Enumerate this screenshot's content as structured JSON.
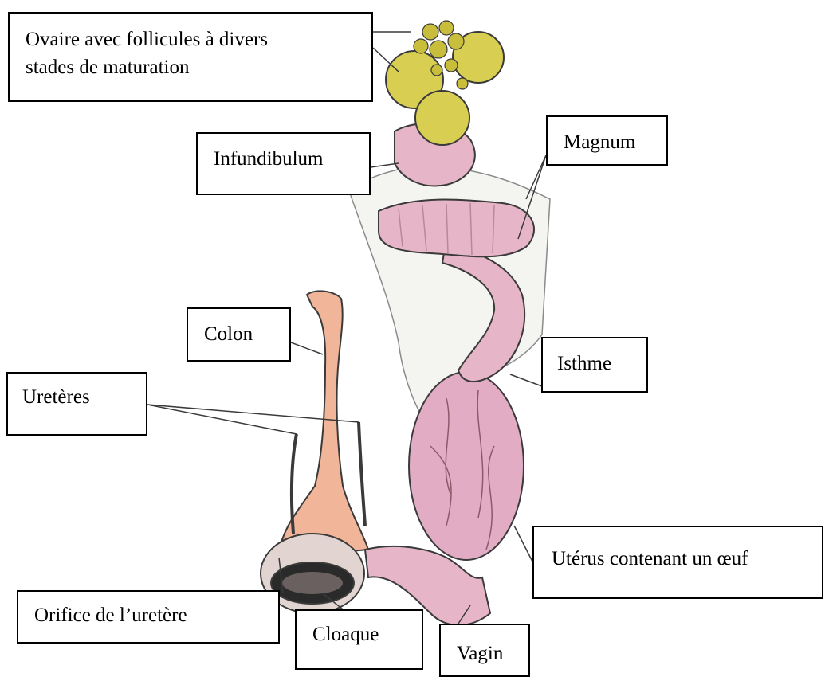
{
  "labels": {
    "ovary_line1": "Ovaire avec follicules à divers",
    "ovary_line2": "stades de maturation",
    "infundibulum": "Infundibulum",
    "magnum": "Magnum",
    "colon": "Colon",
    "isthme": "Isthme",
    "ureteres": "Uretères",
    "uterus": "Utérus contenant un œuf",
    "orifice": "Orifice de l’uretère",
    "cloaque": "Cloaque",
    "vagin": "Vagin"
  },
  "colors": {
    "ovary_follicle": "#d8cf52",
    "ovary_follicle_dark": "#a99a2a",
    "oviduct_pink": "#e6b6c8",
    "oviduct_dark": "#b98896",
    "uterus_pink": "#e2adc4",
    "colon_orange": "#f1b69a",
    "mesentery": "#f4f4f0",
    "outline": "#3a3a3a",
    "label_border": "#000000"
  }
}
